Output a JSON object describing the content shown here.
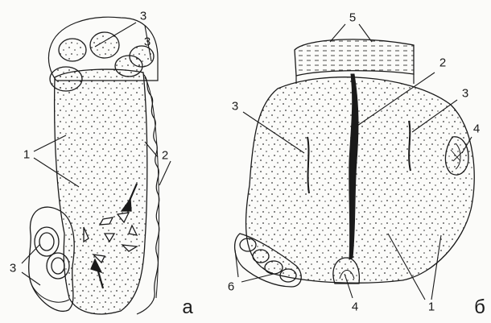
{
  "figure": {
    "panel_a": {
      "panel_label": "а",
      "labels": [
        "3",
        "3",
        "3",
        "1",
        "2"
      ]
    },
    "panel_b": {
      "panel_label": "б",
      "labels": [
        "5",
        "2",
        "3",
        "3",
        "4",
        "6",
        "4",
        "1"
      ]
    }
  },
  "colors": {
    "ink": "#1a1a1a",
    "paper": "#fbfbf9"
  }
}
